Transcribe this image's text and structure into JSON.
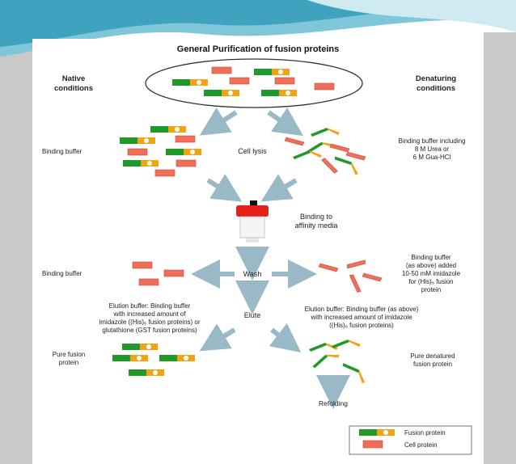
{
  "colors": {
    "green": "#1f9a2a",
    "orange": "#f2a313",
    "red": "#ef6f5b",
    "red_border": "#c44a38",
    "arrow": "#9ab9c6",
    "tube_cap": "#e6211b",
    "teal_wave": "#3fa3bf",
    "side_gray": "#b8b8b8"
  },
  "title": "General Purification of fusion proteins",
  "left_header": {
    "line1": "Native",
    "line2": "conditions"
  },
  "right_header": {
    "line1": "Denaturing",
    "line2": "conditions"
  },
  "labels": {
    "binding_buffer_top": "Binding buffer",
    "cell_lysis": "Cell lysis",
    "binding_buffer_urea": {
      "line1": "Binding buffer including",
      "line2": "8 M Urea or",
      "line3": "6 M Gua-HCl"
    },
    "binding_to": {
      "line1": "Binding to",
      "line2": "affinity media"
    },
    "binding_buffer_wash": "Binding buffer",
    "wash": "Wash",
    "wash_right": {
      "line1": "Binding buffer",
      "line2": "(as above) added",
      "line3": "10-50 mM imidazole",
      "line4": "for (His)₆ fusion",
      "line5": "protein"
    },
    "elute": "Elute",
    "elution_left": {
      "line1": "Elution buffer: Binding buffer",
      "line2": "with increased amount of",
      "line3": "imidazole ((His)₆ fusion proteins) or",
      "line4": "glutathione (GST fusion proteins)"
    },
    "elution_right": {
      "line1": "Elution buffer: Binding buffer (as above)",
      "line2": "with increased amount of imidazole",
      "line3": "((His)₆ fusion proteins)"
    },
    "pure_fusion": {
      "line1": "Pure fusion",
      "line2": "protein"
    },
    "pure_denatured": {
      "line1": "Pure denatured",
      "line2": "fusion protein"
    },
    "refolding": "Refolding"
  },
  "legend": {
    "fusion": "Fusion protein",
    "cell": "Cell protein"
  }
}
